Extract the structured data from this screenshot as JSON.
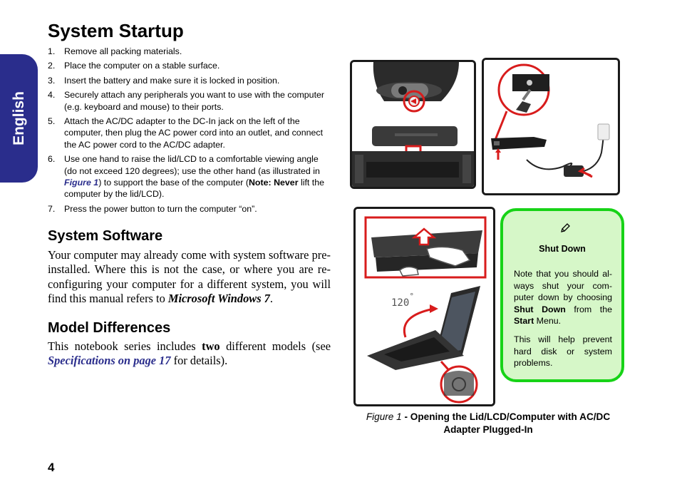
{
  "side_tab": "English",
  "title": "System Startup",
  "steps": [
    {
      "num": "1.",
      "text": "Remove all packing materials."
    },
    {
      "num": "2.",
      "text": "Place the computer on a stable surface."
    },
    {
      "num": "3.",
      "text": "Insert the battery and make sure it is locked in position."
    },
    {
      "num": "4.",
      "text": "Securely attach any peripherals you want to use with the computer (e.g. keyboard and mouse) to their ports."
    },
    {
      "num": "5.",
      "text": "Attach the AC/DC adapter to the DC-In jack on the left of the computer, then plug the AC power cord into an outlet, and connect the AC power cord to the AC/DC adapter."
    },
    {
      "num": "6.",
      "text_a": "Use one hand to raise the lid/LCD to a comfortable viewing angle (do not exceed 120 degrees); use the other hand (as illustrated in ",
      "fig_ref": "Figure 1",
      "text_b": ") to support the base of the computer (",
      "note_bold": "Note: Never",
      "text_c": " lift the computer by the lid/LCD)."
    },
    {
      "num": "7.",
      "text": "Press the power button to turn the computer “on”."
    }
  ],
  "system_software": {
    "heading": "System Software",
    "text_a": "Your computer may already come with system software pre-installed. Where this is not the case, or where you are re-configuring your computer for a different system, you will find this manual refers to ",
    "product": "Microsoft Windows 7",
    "text_b": "."
  },
  "model_differences": {
    "heading": "Model Differences",
    "text_a": "This notebook series includes ",
    "bold": "two",
    "text_b": " different models (see ",
    "link": "Specifications on page 17",
    "text_c": " for details)."
  },
  "figure": {
    "angle_label": "120",
    "degree": "°",
    "caption_fig": "Figure 1",
    "caption_text": " - Opening the Lid/LCD/Computer with AC/DC Adapter Plugged-In"
  },
  "note": {
    "title": "Shut Down",
    "p1_a": "Note that you should al-ways shut your com-puter down by choosing ",
    "p1_bold1": "Shut Down",
    "p1_b": " from the ",
    "p1_bold2": "Start",
    "p1_c": " Menu.",
    "p2": "This will help prevent hard disk or system problems."
  },
  "page_number": "4",
  "colors": {
    "accent_blue": "#2a2d8c",
    "note_border": "#17d317",
    "note_fill": "#d6f7c8",
    "arrow_red": "#d81c1c"
  }
}
